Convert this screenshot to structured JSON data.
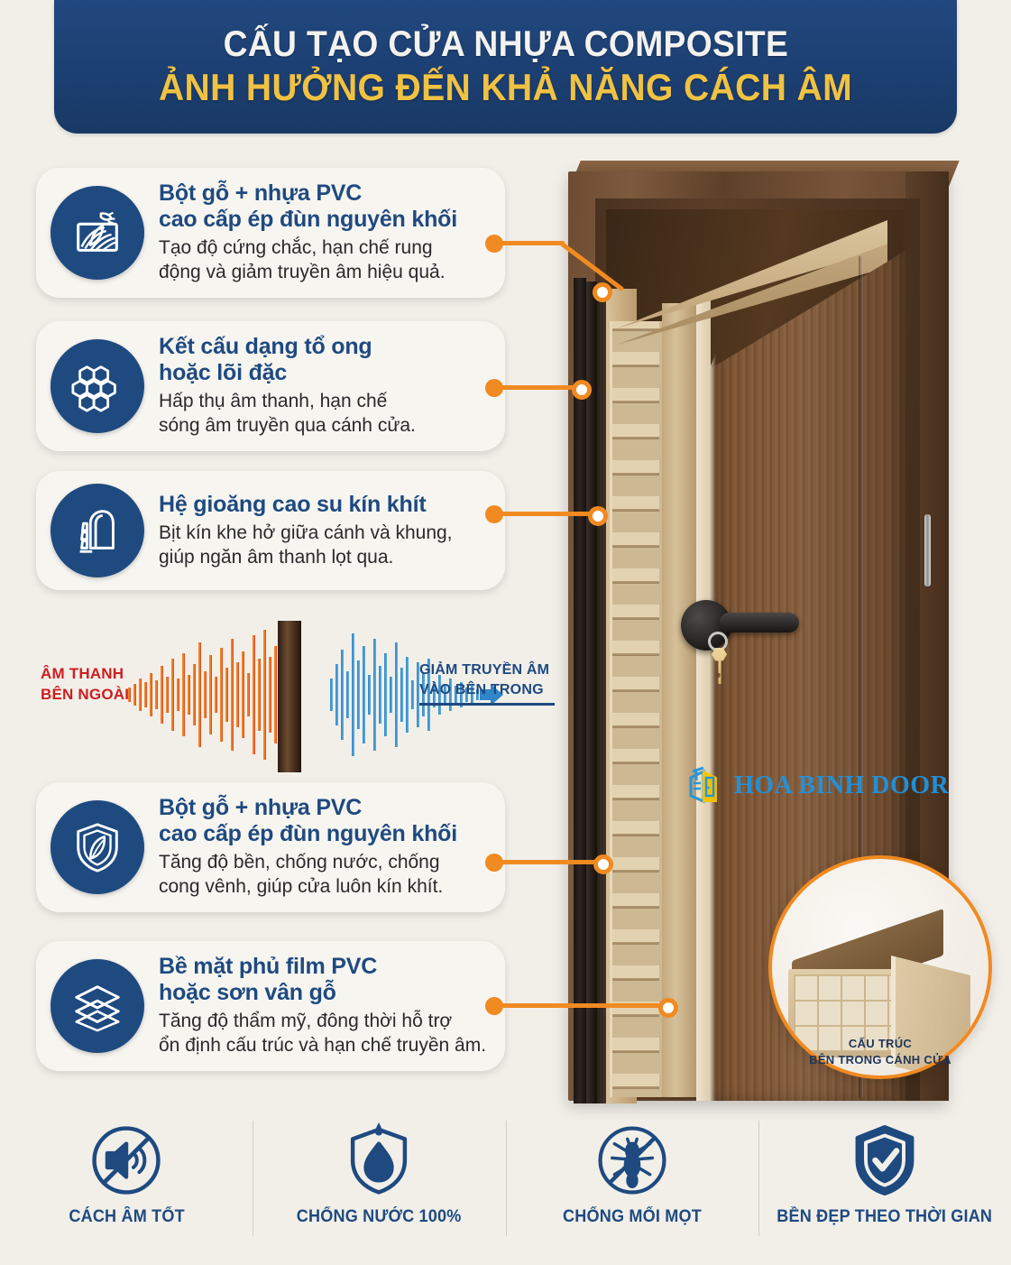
{
  "header": {
    "line1": "CẤU TẠO CỬA NHỰA COMPOSITE",
    "line2": "ẢNH HƯỞNG ĐẾN KHẢ NĂNG CÁCH ÂM",
    "bg_color": "#1d4478",
    "line1_color": "#f3f2ef",
    "line2_color": "#f0c243"
  },
  "theme": {
    "background": "#f2efe9",
    "card_background": "#f7f5f0",
    "accent_blue": "#1e4a80",
    "accent_orange": "#f08a21",
    "accent_red": "#cc1f1f",
    "accent_gold": "#f0c243"
  },
  "cards": [
    {
      "icon": "wood-plank-icon",
      "title": "Bột gỗ + nhựa PVC\ncao cấp ép đùn nguyên khối",
      "title_line1": "Bột gỗ + nhựa PVC",
      "title_line2": "cao cấp ép đùn nguyên khối",
      "desc_line1": "Tạo độ cứng chắc, hạn chế rung",
      "desc_line2": "động và giảm truyền âm hiệu quả."
    },
    {
      "icon": "honeycomb-icon",
      "title_line1": "Kết cấu dạng tổ ong",
      "title_line2": "hoặc lõi đặc",
      "desc_line1": "Hấp thụ âm thanh, hạn chế",
      "desc_line2": "sóng âm truyền qua cánh cửa."
    },
    {
      "icon": "door-seal-icon",
      "title_line1": "Hệ gioăng cao su kín khít",
      "title_line2": "",
      "desc_line1": "Bịt kín khe hở giữa cánh và khung,",
      "desc_line2": "giúp ngăn âm thanh lọt qua."
    },
    {
      "icon": "shield-leaf-icon",
      "title_line1": "Bột gỗ + nhựa PVC",
      "title_line2": "cao cấp ép đùn nguyên khối",
      "desc_line1": "Tăng độ bền, chống nước, chống",
      "desc_line2": "cong vênh, giúp cửa luôn kín khít."
    },
    {
      "icon": "layers-icon",
      "title_line1": "Bề mặt phủ film PVC",
      "title_line2": "hoặc sơn vân gỗ",
      "desc_line1": "Tăng độ thẩm mỹ, đông thời hỗ trợ",
      "desc_line2": "ổn định cấu trúc và hạn chế truyền âm."
    }
  ],
  "soundwave": {
    "label_left_line1": "ÂM THANH",
    "label_left_line2": "BÊN NGOÀI",
    "label_right_line1": "GIẢM TRUYỀN ÂM",
    "label_right_line2": "VÀO BÊN TRONG",
    "left_wave_color": "#e8601f",
    "right_wave_color": "#2f86c9"
  },
  "detail_bubble": {
    "caption_line1": "CẤU TRÚC",
    "caption_line2": "BÊN TRONG CÁNH CỬA",
    "ring_color": "#f08a21"
  },
  "watermark": {
    "text": "HOA BINH DOOR",
    "text_color": "#1f94e0",
    "mark_color_primary": "#1f94e0",
    "mark_color_secondary": "#f2c300"
  },
  "features": [
    {
      "icon": "mute-speaker-icon",
      "label": "CÁCH ÂM TỐT"
    },
    {
      "icon": "waterdrop-shield-icon",
      "label": "CHỐNG NƯỚC 100%"
    },
    {
      "icon": "no-termite-icon",
      "label": "CHỐNG MỐI MỌT"
    },
    {
      "icon": "shield-check-icon",
      "label": "BỀN ĐẸP THEO THỜI GIAN"
    }
  ]
}
